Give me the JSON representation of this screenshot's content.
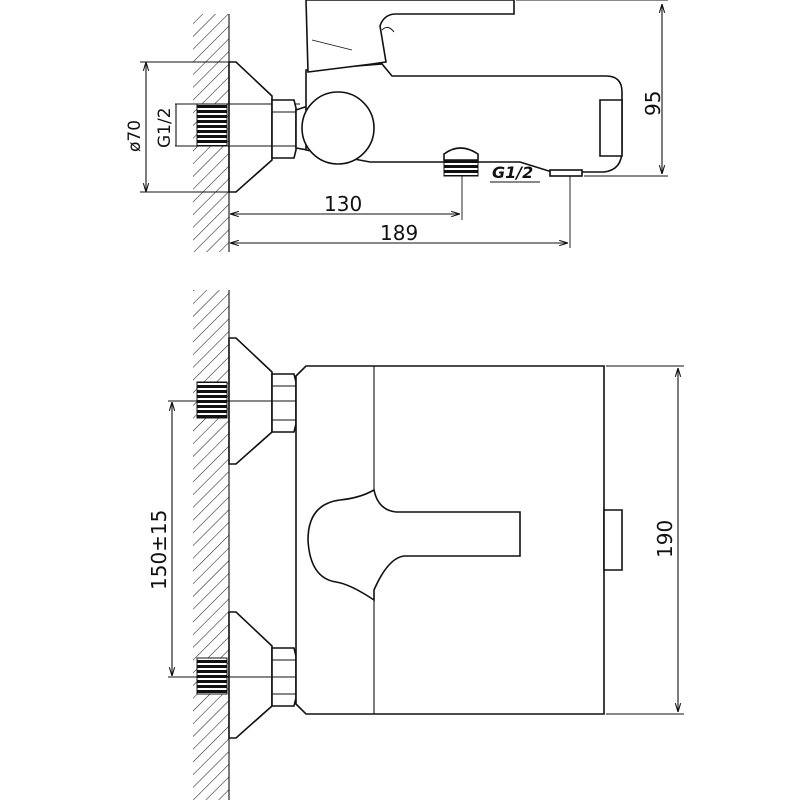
{
  "side_view": {
    "dim_diameter": "ø70",
    "dim_inlet_thread": "G1/2",
    "dim_height": "95",
    "dim_outlet_thread": "G1/2",
    "dim_outlet_distance": "130",
    "dim_projection": "189"
  },
  "top_view": {
    "dim_center_distance": "150±15",
    "dim_width": "190"
  }
}
